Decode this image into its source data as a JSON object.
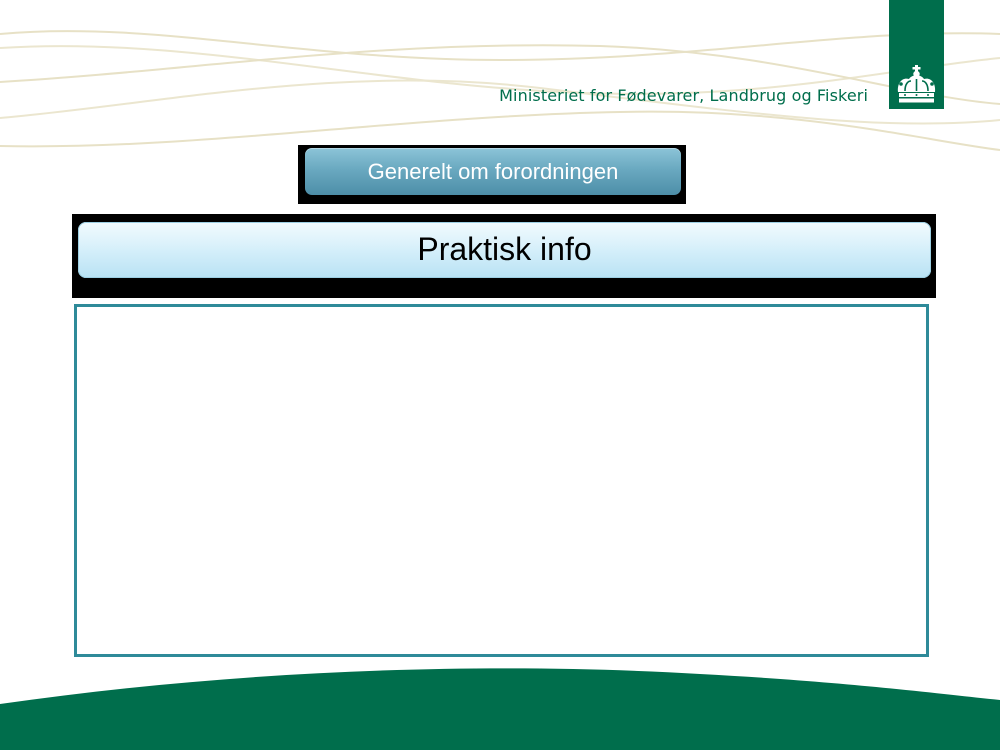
{
  "header": {
    "ministry_name": "Ministeriet for Fødevarer, Landbrug og Fiskeri"
  },
  "slide": {
    "section_label": "Generelt om forordningen",
    "title": "Praktisk info",
    "content": ""
  },
  "icons": {
    "crown": "crown-icon"
  },
  "colors": {
    "brand_green": "#006e4c",
    "wave_line": "#e7e1c6",
    "section_tab": "#6aa9c0",
    "title_bar": "#d5effa",
    "content_border": "#2e8a99"
  }
}
